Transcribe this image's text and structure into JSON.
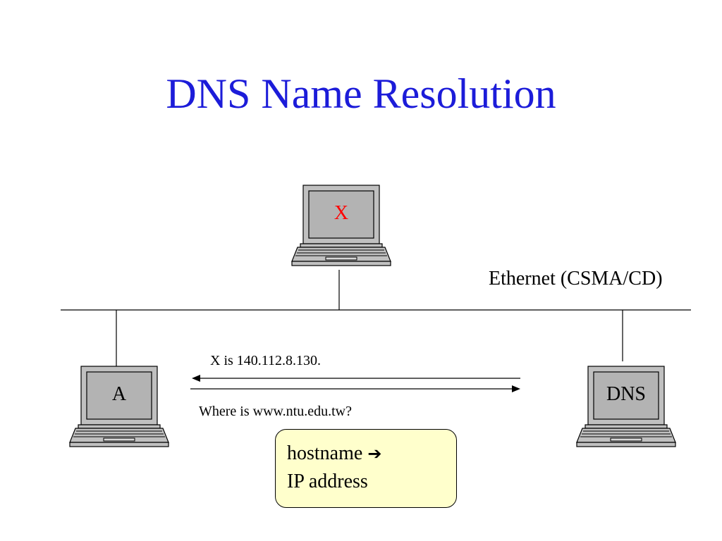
{
  "title": "DNS Name Resolution",
  "network": {
    "label": "Ethernet (CSMA/CD)"
  },
  "hosts": {
    "x": {
      "label": "X",
      "label_color": "#ff0000"
    },
    "a": {
      "label": "A",
      "label_color": "#000000"
    },
    "dns": {
      "label": "DNS",
      "label_color": "#000000"
    }
  },
  "messages": {
    "reply": "X is 140.112.8.130.",
    "query": "Where is www.ntu.edu.tw?"
  },
  "note": {
    "line1": "hostname",
    "arrow": "➔",
    "line2": "IP address"
  },
  "colors": {
    "title": "#1c1cd9",
    "note_fill": "#ffffcc",
    "laptop_fill": "#c0c0c0"
  }
}
